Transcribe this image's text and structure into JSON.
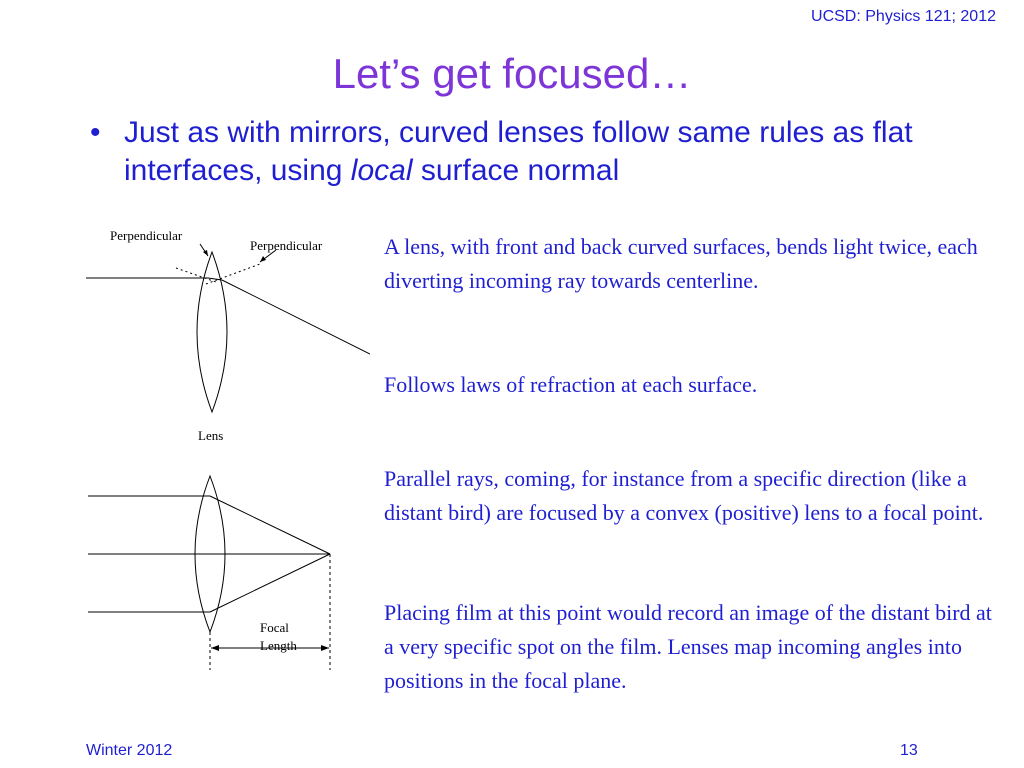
{
  "header": {
    "course": "UCSD: Physics 121; 2012"
  },
  "title": "Let’s get focused…",
  "bullet": {
    "marker": "•",
    "before": "Just as with mirrors, curved lenses follow same rules as flat interfaces, using ",
    "emph": "local",
    "after": " surface normal"
  },
  "diagrams": {
    "top": {
      "label_perp_left": "Perpendicular",
      "label_perp_right": "Perpendicular",
      "label_lens": "Lens"
    },
    "bottom": {
      "label_focal_1": "Focal",
      "label_focal_2": "Length"
    }
  },
  "paragraphs": {
    "p1": "A lens, with front and back curved surfaces, bends light twice, each diverting incoming ray towards centerline.",
    "p2": "Follows laws of refraction at each surface.",
    "p3": "Parallel rays, coming, for instance from a specific direction (like a distant bird) are focused by a convex (positive) lens to a focal point.",
    "p4": "Placing film at this point would record an image of the distant bird at a very specific spot on the film. Lenses map incoming angles into positions in the focal plane."
  },
  "footer": {
    "left": "Winter 2012",
    "right": "13"
  },
  "colors": {
    "title": "#7d35d8",
    "text": "#1f1fd1"
  }
}
